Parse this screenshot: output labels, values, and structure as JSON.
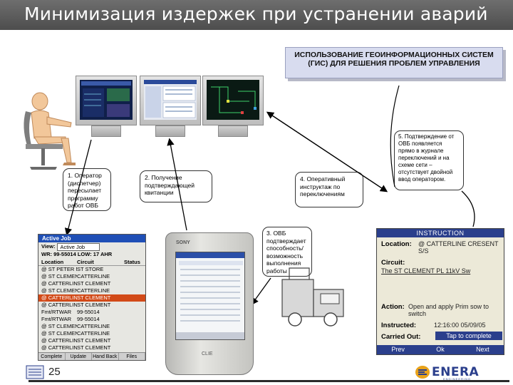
{
  "slide": {
    "title": "Минимизация издержек при устранении аварий",
    "page_number": "25",
    "logo_text": "ENERA",
    "logo_subtext": "ENGINEERING"
  },
  "gis_box": {
    "text": "ИСПОЛЬЗОВАНИЕ ГЕОИНФОРМАЦИОННЫХ СИСТЕМ (ГИС) ДЛЯ РЕШЕНИЯ ПРОБЛЕМ УПРАВЛЕНИЯ"
  },
  "notes": {
    "step1": "1. Оператор (диспетчер) пересылает программу работ ОВБ",
    "step2": "2. Получение подтверждающей квитанции",
    "step3": "3. ОВБ подтверждает способность/возможность выполнения работы",
    "step4": "4. Оперативный инструктаж по переключениям",
    "step5": "5. Подтверждение от ОВБ появляется прямо в журнале переключений и на схеме сети – отсутствует двойной ввод оператором."
  },
  "pda": {
    "title": "Active Job",
    "view_label": "View:",
    "view_value": "Active Job",
    "info_row": "WR: 99-55014  LOW: 17  AHR",
    "columns": [
      "Location",
      "Circuit",
      "Status"
    ],
    "rows": [
      {
        "location": "@ ST PETER N",
        "circuit": "ST STORE"
      },
      {
        "location": "@ ST CLEMENT",
        "circuit": "CATTERLINE"
      },
      {
        "location": "@ CATTERLINE",
        "circuit": "ST CLEMENT"
      },
      {
        "location": "@ ST CLEMENT",
        "circuit": "CATTERLINE"
      },
      {
        "location": "@ CATTERLINE",
        "circuit": "ST CLEMENT"
      },
      {
        "location": "@ CATTERLINE",
        "circuit": "ST CLEMENT"
      },
      {
        "location": "Fmt/RTWAR",
        "circuit": "99-55014"
      },
      {
        "location": "Fmt/RTWAR",
        "circuit": "99-55014"
      },
      {
        "location": "@ ST CLEMENT",
        "circuit": "CATTERLINE"
      },
      {
        "location": "@ ST CLEMENT",
        "circuit": "CATTERLINE"
      },
      {
        "location": "@ CATTERLINE",
        "circuit": "ST CLEMENT"
      },
      {
        "location": "@ CATTERLINE",
        "circuit": "ST CLEMENT"
      }
    ],
    "buttons": [
      "Complete",
      "Update",
      "Hand Back",
      "Files"
    ]
  },
  "palm": {
    "brand": "SONY",
    "model": "CLIE"
  },
  "instruction": {
    "title": "INSTRUCTION",
    "location_label": "Location:",
    "location_value": "@ CATTERLINE CRESENT S/S",
    "circuit_label": "Circuit:",
    "circuit_value": "The ST CLEMENT PL 11kV Sw",
    "action_label": "Action:",
    "action_value": "Open and apply Prim sow to switch",
    "instructed_label": "Instructed:",
    "instructed_value": "12:16:00  05/09/05",
    "carried_out_label": "Carried Out:",
    "carried_out_value": "Tap to complete",
    "buttons": [
      "Prev",
      "Ok",
      "Next"
    ]
  }
}
